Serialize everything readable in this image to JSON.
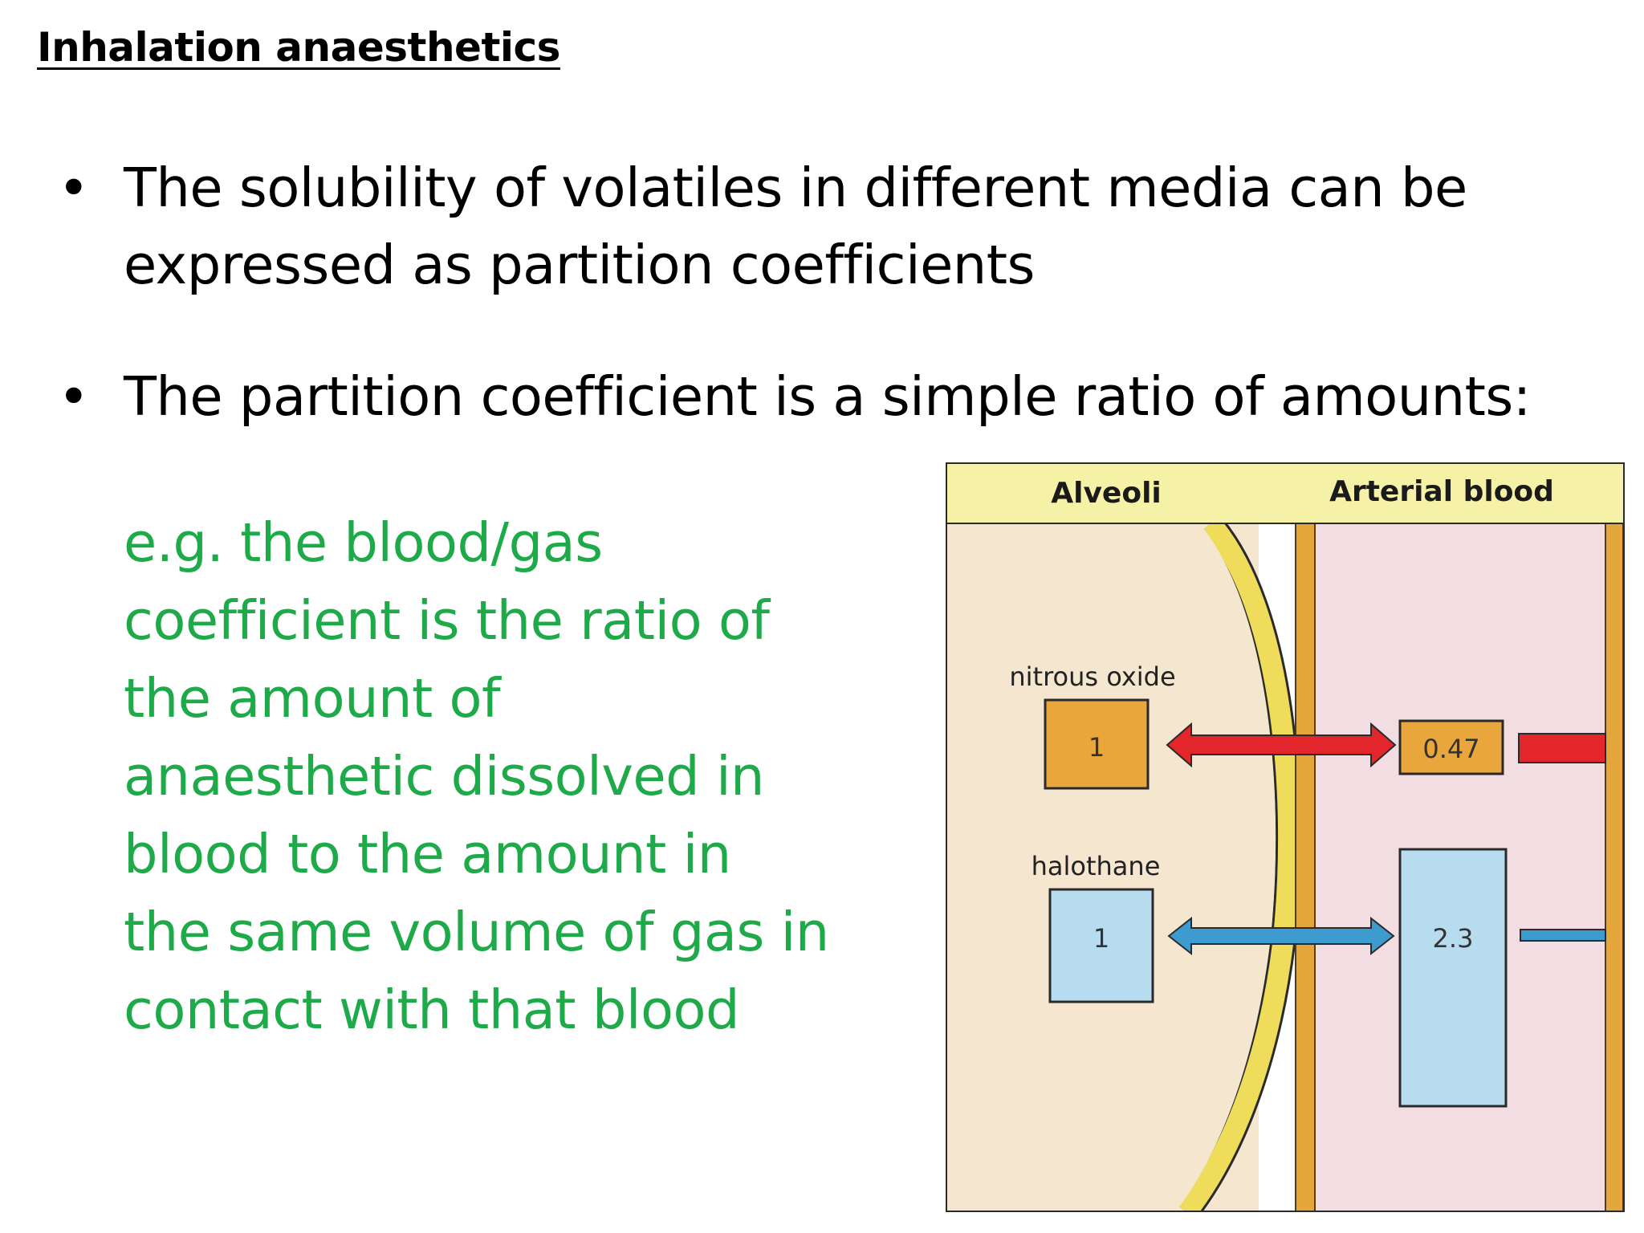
{
  "slide": {
    "title": "Inhalation anaesthetics",
    "bullets": [
      "The solubility of volatiles in different media can be expressed as partition coefficients",
      "The partition coefficient is a simple ratio of amounts:"
    ],
    "bullet_lines": [
      [
        "The solubility of volatiles in different media can be",
        "expressed as partition coefficients"
      ],
      [
        "The partition coefficient is a simple ratio of amounts:"
      ]
    ],
    "example_lines": [
      "e.g. the blood/gas",
      "coefficient is the ratio of",
      "the amount of",
      "anaesthetic dissolved in",
      "blood to the amount in",
      "the same volume of gas in",
      "contact with that blood"
    ]
  },
  "diagram": {
    "header_left": "Alveoli",
    "header_right": "Arterial blood",
    "agents": [
      {
        "name": "nitrous oxide",
        "alveoli_value": "1",
        "blood_value": "0.47",
        "arrow_color": "#e3262b",
        "box_color": "#e8a63c"
      },
      {
        "name": "halothane",
        "alveoli_value": "1",
        "blood_value": "2.3",
        "arrow_color": "#3d9bd0",
        "box_color": "#b8dcef"
      }
    ],
    "colors": {
      "header": "#f5f2a8",
      "alveoli": "#f4e6cf",
      "blood": "#f2dde2",
      "membrane_yellow": "#efdc5a",
      "vessel_wall": "#e4a63a"
    }
  }
}
